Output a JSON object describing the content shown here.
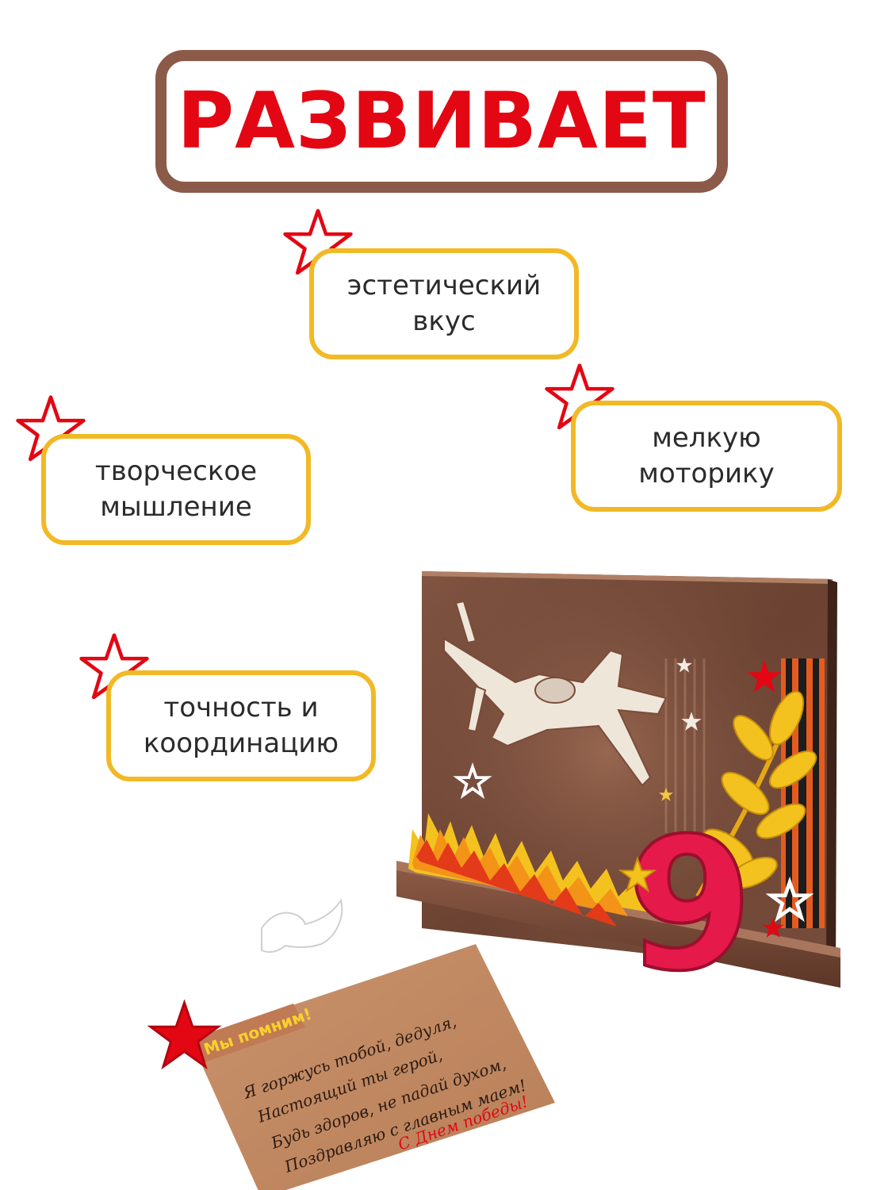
{
  "title": "РАЗВИВАЕТ",
  "skills": [
    {
      "line1": "эстетический",
      "line2": "вкус"
    },
    {
      "line1": "мелкую",
      "line2": "моторику"
    },
    {
      "line1": "творческое",
      "line2": "мышление"
    },
    {
      "line1": "точность и",
      "line2": "координацию"
    }
  ],
  "card_ribbon": "Мы помним!",
  "card_lines": [
    "Я горжусь тобой, дедуля,",
    "Настоящий ты герой,",
    "Будь здоров, не падай духом,",
    "Поздравляю с главным маем!"
  ],
  "card_greeting": "С Днем победы!",
  "number": "9",
  "colors": {
    "title_border": "#8c5a49",
    "title_text": "#e30613",
    "bubble_border": "#f2b926",
    "star_outline": "#e30613"
  },
  "icons": [
    "star-outline-icon",
    "plane-icon",
    "dove-icon",
    "laurel-icon",
    "flame-icon"
  ]
}
